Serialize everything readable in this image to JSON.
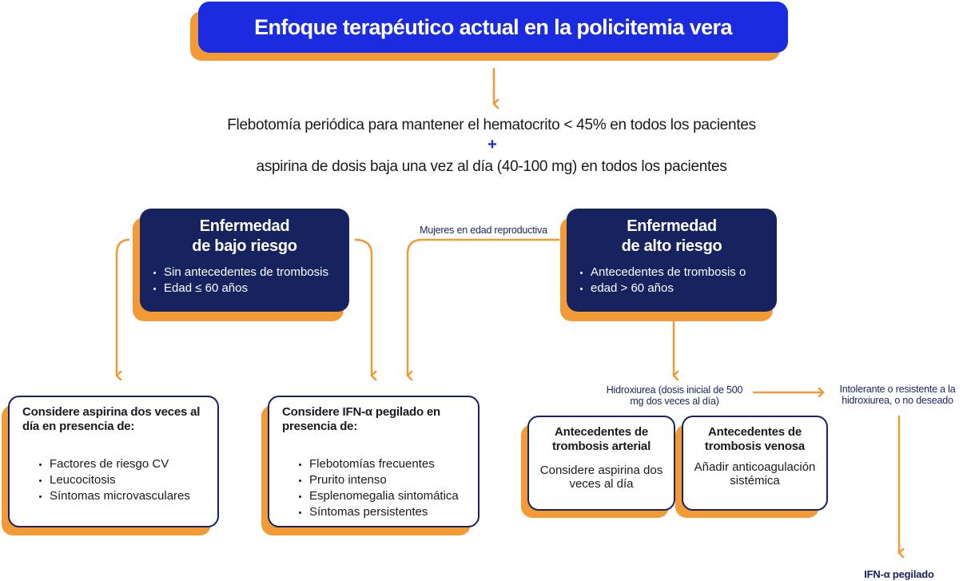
{
  "title": "Enfoque terapéutico actual en la policitemia vera",
  "main": {
    "line1": "Flebotomía periódica para mantener el hematocrito < 45% en todos los pacientes",
    "plus": "+",
    "line2": "aspirina de dosis baja una vez al día (40-100 mg) en todos los pacientes"
  },
  "low_risk": {
    "title_line1": "Enfermedad",
    "title_line2": "de bajo riesgo",
    "items": [
      "Sin antecedentes de trombosis",
      "Edad ≤ 60 años"
    ]
  },
  "high_risk": {
    "title_line1": "Enfermedad",
    "title_line2": "de alto riesgo",
    "items": [
      "Antecedentes de trombosis o",
      "edad > 60 años"
    ]
  },
  "women_label": "Mujeres en edad reproductiva",
  "aspirin_box": {
    "heading": "Considere aspirina dos veces al día en presencia de:",
    "items": [
      "Factores de riesgo CV",
      "Leucocitosis",
      "Síntomas microvasculares"
    ]
  },
  "ifn_box": {
    "heading": "Considere IFN-α pegilado en presencia de:",
    "items": [
      "Flebotomías frecuentes",
      "Prurito intenso",
      "Esplenomegalia sintomática",
      "Síntomas persistentes"
    ]
  },
  "hydroxyurea_label": "Hidroxiurea (dosis inicial de 500 mg dos veces al día)",
  "intolerant_label": "Intolerante o resistente a la hidroxiurea, o no deseado",
  "arterial_box": {
    "heading": "Antecedentes de trombosis arterial",
    "body": "Considere aspirina dos veces al día"
  },
  "venous_box": {
    "heading": "Antecedentes de trombosis venosa",
    "body": "Añadir anticoagulación sistémica"
  },
  "ifn_final": "IFN-α pegilado",
  "colors": {
    "blue": "#1a2be0",
    "navy": "#17235f",
    "orange": "#f29a35"
  }
}
